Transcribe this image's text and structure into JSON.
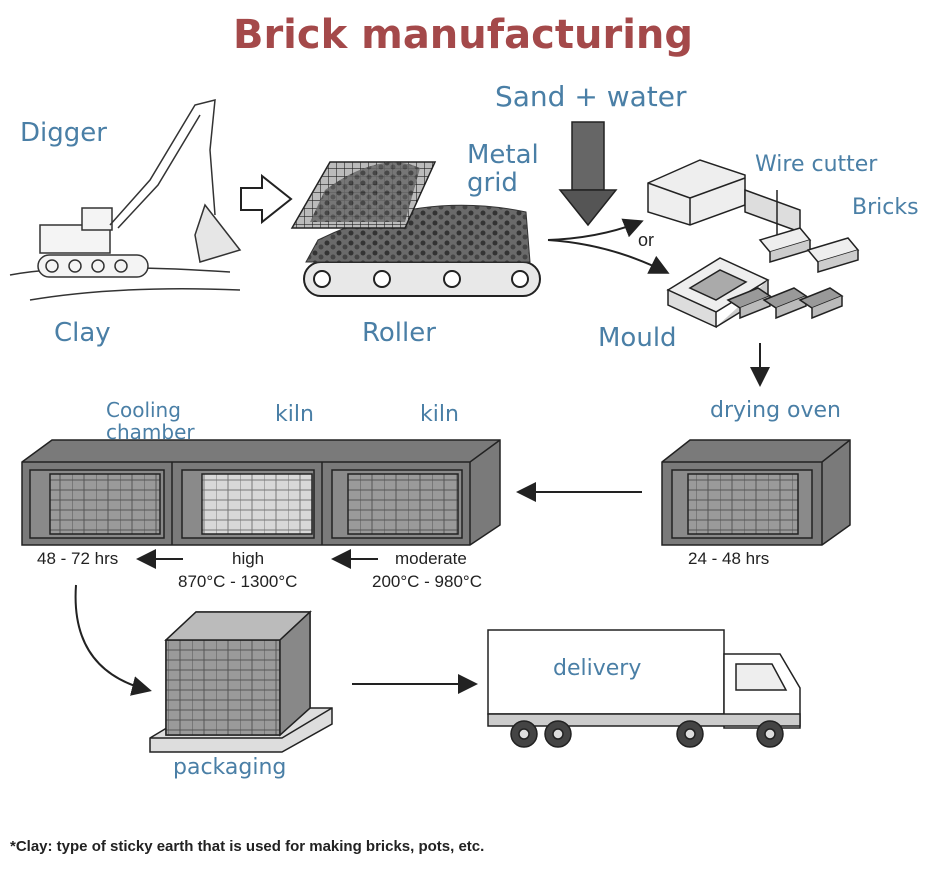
{
  "title": "Brick manufacturing",
  "labels": {
    "digger": "Digger",
    "clay": "Clay",
    "sand_water": "Sand + water",
    "metal_grid_1": "Metal",
    "metal_grid_2": "grid",
    "roller": "Roller",
    "wire_cutter": "Wire cutter",
    "bricks": "Bricks",
    "or": "or",
    "mould": "Mould",
    "drying_oven": "drying oven",
    "cooling_chamber_1": "Cooling",
    "cooling_chamber_2": "chamber",
    "kiln_1": "kiln",
    "kiln_2": "kiln",
    "packaging": "packaging",
    "delivery": "delivery"
  },
  "stages": {
    "cooling_time": "48 - 72 hrs",
    "high_label": "high",
    "high_temp": "870°C - 1300°C",
    "moderate_label": "moderate",
    "moderate_temp": "200°C - 980°C",
    "drying_time": "24 - 48 hrs"
  },
  "footnote": "*Clay: type of sticky earth that is used for making bricks, pots, etc.",
  "colors": {
    "title": "#a4494a",
    "label": "#4a7fa6",
    "line": "#222222",
    "chamber": "#6f6f6f",
    "brick": "#9a9a9a"
  }
}
